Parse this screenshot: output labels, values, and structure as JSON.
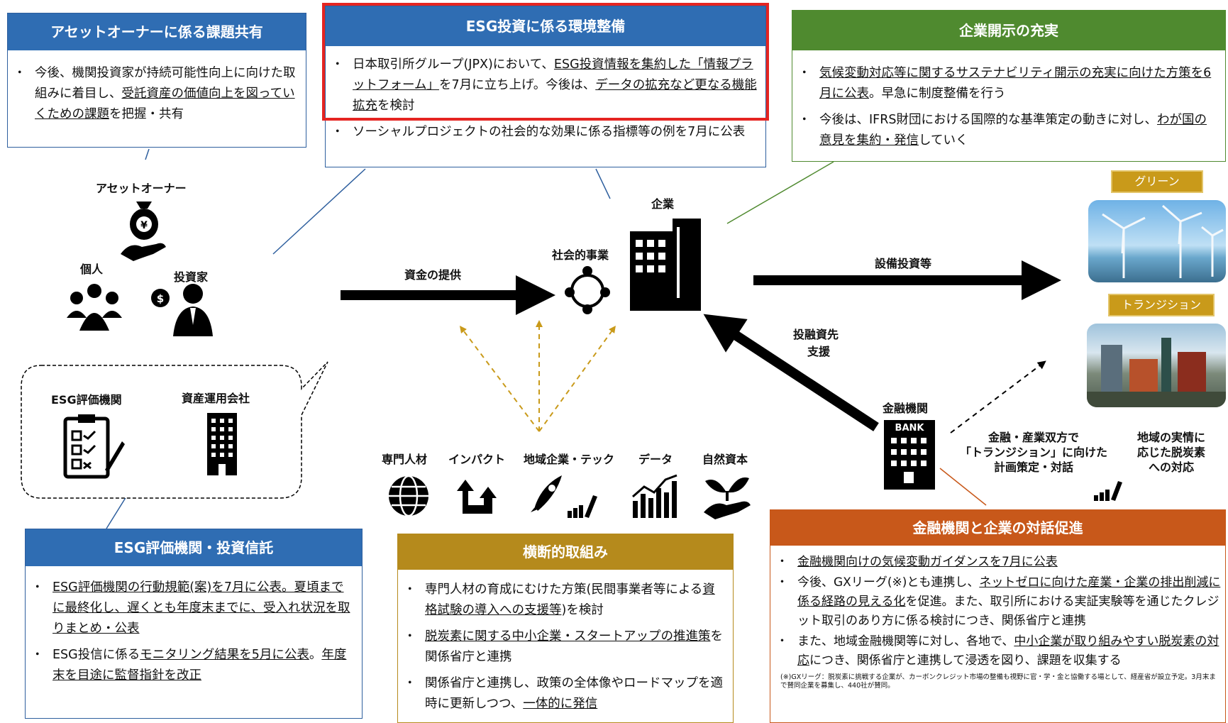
{
  "asset_owner_box": {
    "title": "アセットオーナーに係る課題共有",
    "bullets": [
      [
        "今後、機関投資家が持続可能性向上に向けた取組みに着目し、",
        "受託資産の価値向上を図っていくための課題",
        "を把握・共有"
      ]
    ]
  },
  "esg_env_box": {
    "title": "ESG投資に係る環境整備",
    "bullets": [
      [
        "日本取引所グループ(JPX)において、",
        "ESG投資情報を集約した「情報プラットフォーム」",
        "を7月に立ち上げ。今後は、",
        "データの拡充など更なる機能拡充",
        "を検討"
      ],
      [
        "ソーシャルプロジェクトの社会的な効果に係る指標等の例を7月に公表"
      ]
    ]
  },
  "disclosure_box": {
    "title": "企業開示の充実",
    "bullets": [
      [
        "気候変動対応等に関するサステナビリティ開示の充実に向けた方策を6月に公表",
        "。早急に制度整備を行う"
      ],
      [
        "今後は、IFRS財団における国際的な基準策定の動きに対し、",
        "わが国の意見を集約・発信",
        "していく"
      ]
    ]
  },
  "diagram": {
    "asset_owner": "アセットオーナー",
    "individual": "個人",
    "investor": "投資家",
    "esg_rating_agency": "ESG評価機関",
    "asset_management_co": "資産運用会社",
    "funding": "資金の提供",
    "social_business": "社会的事業",
    "company": "企業",
    "capex": "設備投資等",
    "investee_support": [
      "投融資先",
      "支援"
    ],
    "financial_institution": "金融機関",
    "bank_text": "BANK",
    "green": "グリーン",
    "transition": "トランジション",
    "transition_plan": [
      "金融・産業双方で",
      "「トランジション」に向けた",
      "計画策定・対話"
    ],
    "regional_decarb": [
      "地域の実情に",
      "応じた脱炭素",
      "への対応"
    ],
    "cross_items": [
      "専門人材",
      "インパクト",
      "地域企業・テック",
      "データ",
      "自然資本"
    ]
  },
  "esg_rating_box": {
    "title": "ESG評価機関・投資信託",
    "bullets": [
      [
        "ESG評価機関の行動規範(案)を7月に公表。夏頃までに最終化し、遅くとも年度末までに、受入れ状況を取りまとめ・公表"
      ],
      [
        "ESG投信に係る",
        "モニタリング結果を5月に公表",
        "。",
        "年度末を目途に監督指針を改正"
      ]
    ]
  },
  "cross_box": {
    "title": "横断的取組み",
    "bullets": [
      [
        "専門人材の育成にむけた方策(民間事業者等による",
        "資格試験の導入への支援等",
        ")を検討"
      ],
      [
        "脱炭素に関する中小企業・スタートアップの推進策",
        "を関係省庁と連携"
      ],
      [
        "関係省庁と連携し、政策の全体像やロードマップを適時に更新しつつ、",
        "一体的に発信"
      ]
    ]
  },
  "dialogue_box": {
    "title": "金融機関と企業の対話促進",
    "bullets": [
      [
        "金融機関向けの気候変動ガイダンスを7月に公表"
      ],
      [
        "今後、GXリーグ(※)とも連携し、",
        "ネットゼロに向けた産業・企業の排出削減に係る経路の見える化",
        "を促進。また、取引所における実証実験等を通じたクレジット取引のあり方に係る検討につき、関係省庁と連携"
      ],
      [
        "また、地域金融機関等に対し、各地で、",
        "中小企業が取り組みやすい脱炭素の対応",
        "につき、関係省庁と連携して浸透を図り、課題を収集する"
      ]
    ],
    "note": "(※)GXリーグ：脱炭素に挑戦する企業が、カーボンクレジット市場の整備も視野に官・学・金と協働する場として、経産省が設立予定。3月末まで賛同企業を募集し、440社が賛同。"
  },
  "colors": {
    "blue": "#2f6db3",
    "green": "#4f8a2f",
    "gold": "#b58a1c",
    "orange": "#c8581a",
    "highlight": "#e52421"
  }
}
